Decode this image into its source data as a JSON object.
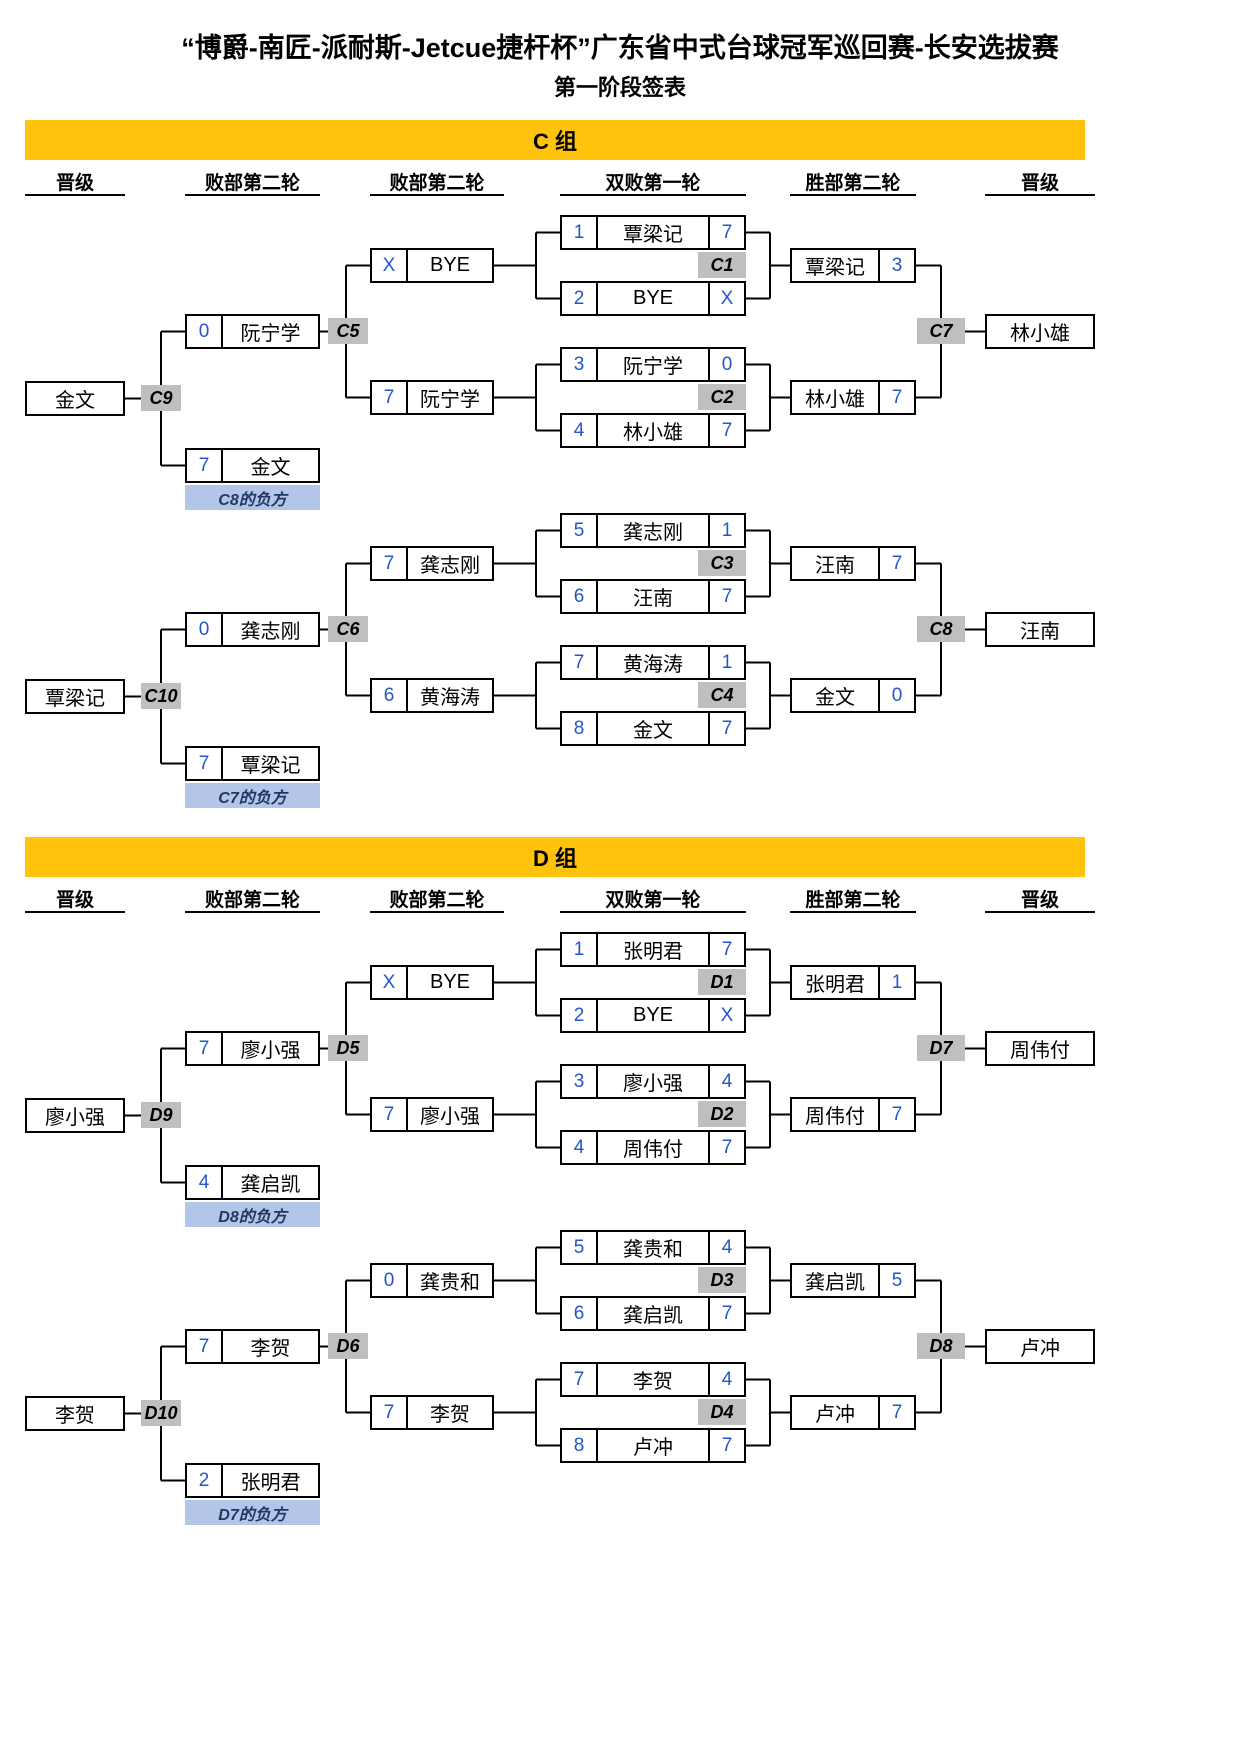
{
  "title": "“博爵-南匠-派耐斯-Jetcue捷杆杯”广东省中式台球冠军巡回赛-长安选拔赛",
  "subtitle": "第一阶段签表",
  "colors": {
    "banner_yellow": "#FFC30B",
    "score_blue": "#2356C8",
    "chip_gray": "#BFBFBF",
    "note_blue": "#B4C6E7"
  },
  "groups": {
    "c": {
      "banner": "C 组",
      "headers": [
        "晋级",
        "败部第二轮",
        "败部第二轮",
        "双败第一轮",
        "胜部第二轮",
        "晋级"
      ],
      "fr": [
        {
          "label": "C1",
          "rows": [
            {
              "seed": "1",
              "name": "覃梁记",
              "score": "7"
            },
            {
              "seed": "2",
              "name": "BYE",
              "score": "X"
            }
          ]
        },
        {
          "label": "C2",
          "rows": [
            {
              "seed": "3",
              "name": "阮宁学",
              "score": "0"
            },
            {
              "seed": "4",
              "name": "林小雄",
              "score": "7"
            }
          ]
        },
        {
          "label": "C3",
          "rows": [
            {
              "seed": "5",
              "name": "龚志刚",
              "score": "1"
            },
            {
              "seed": "6",
              "name": "汪南",
              "score": "7"
            }
          ]
        },
        {
          "label": "C4",
          "rows": [
            {
              "seed": "7",
              "name": "黄海涛",
              "score": "1"
            },
            {
              "seed": "8",
              "name": "金文",
              "score": "7"
            }
          ]
        }
      ],
      "wr": [
        {
          "label": "C7",
          "rows": [
            {
              "name": "覃梁记",
              "score": "3"
            },
            {
              "name": "林小雄",
              "score": "7"
            }
          ],
          "adv": "林小雄"
        },
        {
          "label": "C8",
          "rows": [
            {
              "name": "汪南",
              "score": "7"
            },
            {
              "name": "金文",
              "score": "0"
            }
          ],
          "adv": "汪南"
        }
      ],
      "lr2": [
        {
          "label": "C5",
          "rows": [
            {
              "score": "X",
              "name": "BYE"
            },
            {
              "score": "7",
              "name": "阮宁学"
            }
          ]
        },
        {
          "label": "C6",
          "rows": [
            {
              "score": "7",
              "name": "龚志刚"
            },
            {
              "score": "6",
              "name": "黄海涛"
            }
          ]
        }
      ],
      "lr1": [
        {
          "label": "C9",
          "rows": [
            {
              "score": "0",
              "name": "阮宁学"
            },
            {
              "score": "7",
              "name": "金文",
              "note": "C8的负方"
            }
          ],
          "adv": "金文"
        },
        {
          "label": "C10",
          "rows": [
            {
              "score": "0",
              "name": "龚志刚"
            },
            {
              "score": "7",
              "name": "覃梁记",
              "note": "C7的负方"
            }
          ],
          "adv": "覃梁记"
        }
      ]
    },
    "d": {
      "banner": "D 组",
      "headers": [
        "晋级",
        "败部第二轮",
        "败部第二轮",
        "双败第一轮",
        "胜部第二轮",
        "晋级"
      ],
      "fr": [
        {
          "label": "D1",
          "rows": [
            {
              "seed": "1",
              "name": "张明君",
              "score": "7"
            },
            {
              "seed": "2",
              "name": "BYE",
              "score": "X"
            }
          ]
        },
        {
          "label": "D2",
          "rows": [
            {
              "seed": "3",
              "name": "廖小强",
              "score": "4"
            },
            {
              "seed": "4",
              "name": "周伟付",
              "score": "7"
            }
          ]
        },
        {
          "label": "D3",
          "rows": [
            {
              "seed": "5",
              "name": "龚贵和",
              "score": "4"
            },
            {
              "seed": "6",
              "name": "龚启凯",
              "score": "7"
            }
          ]
        },
        {
          "label": "D4",
          "rows": [
            {
              "seed": "7",
              "name": "李贺",
              "score": "4"
            },
            {
              "seed": "8",
              "name": "卢冲",
              "score": "7"
            }
          ]
        }
      ],
      "wr": [
        {
          "label": "D7",
          "rows": [
            {
              "name": "张明君",
              "score": "1"
            },
            {
              "name": "周伟付",
              "score": "7"
            }
          ],
          "adv": "周伟付"
        },
        {
          "label": "D8",
          "rows": [
            {
              "name": "龚启凯",
              "score": "5"
            },
            {
              "name": "卢冲",
              "score": "7"
            }
          ],
          "adv": "卢冲"
        }
      ],
      "lr2": [
        {
          "label": "D5",
          "rows": [
            {
              "score": "X",
              "name": "BYE"
            },
            {
              "score": "7",
              "name": "廖小强"
            }
          ]
        },
        {
          "label": "D6",
          "rows": [
            {
              "score": "0",
              "name": "龚贵和"
            },
            {
              "score": "7",
              "name": "李贺"
            }
          ]
        }
      ],
      "lr1": [
        {
          "label": "D9",
          "rows": [
            {
              "score": "7",
              "name": "廖小强"
            },
            {
              "score": "4",
              "name": "龚启凯",
              "note": "D8的负方"
            }
          ],
          "adv": "廖小强"
        },
        {
          "label": "D10",
          "rows": [
            {
              "score": "7",
              "name": "李贺"
            },
            {
              "score": "2",
              "name": "张明君",
              "note": "D7的负方"
            }
          ],
          "adv": "李贺"
        }
      ]
    }
  }
}
